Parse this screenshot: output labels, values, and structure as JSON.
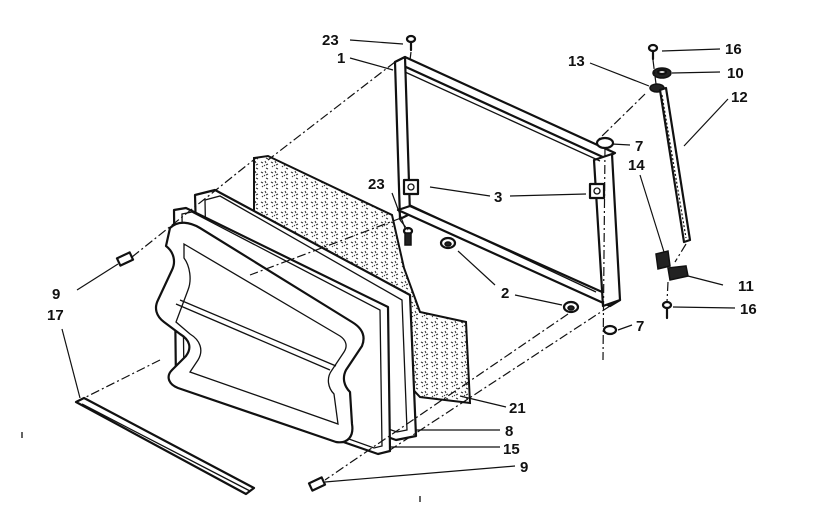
{
  "diagram": {
    "labels": {
      "p1": "1",
      "p2": "2",
      "p3": "3",
      "p7a": "7",
      "p7b": "7",
      "p8": "8",
      "p9a": "9",
      "p9b": "9",
      "p10": "10",
      "p11": "11",
      "p12": "12",
      "p13": "13",
      "p14": "14",
      "p15": "15",
      "p16a": "16",
      "p16b": "16",
      "p17": "17",
      "p21": "21",
      "p23a": "23",
      "p23b": "23"
    }
  }
}
